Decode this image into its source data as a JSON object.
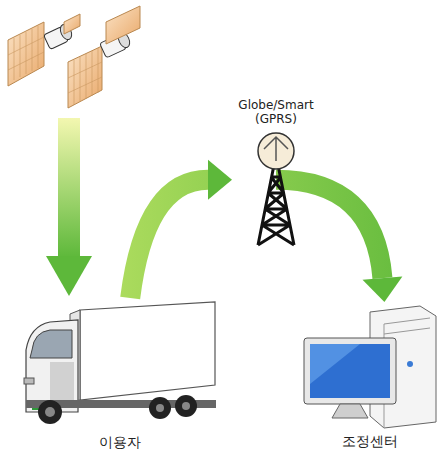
{
  "diagram": {
    "nodes": [
      {
        "text": [
          "Globe/Smart (GPRS)"
        ]
      },
      {
        "text": [
          "이용자"
        ]
      },
      {
        "text": [
          "조정센터"
        ]
      }
    ],
    "edges": [
      {
        "from": 1,
        "to": 0,
        "arrow": "to"
      },
      {
        "from": 0,
        "to": 2,
        "arrow": "to"
      }
    ]
  }
}
